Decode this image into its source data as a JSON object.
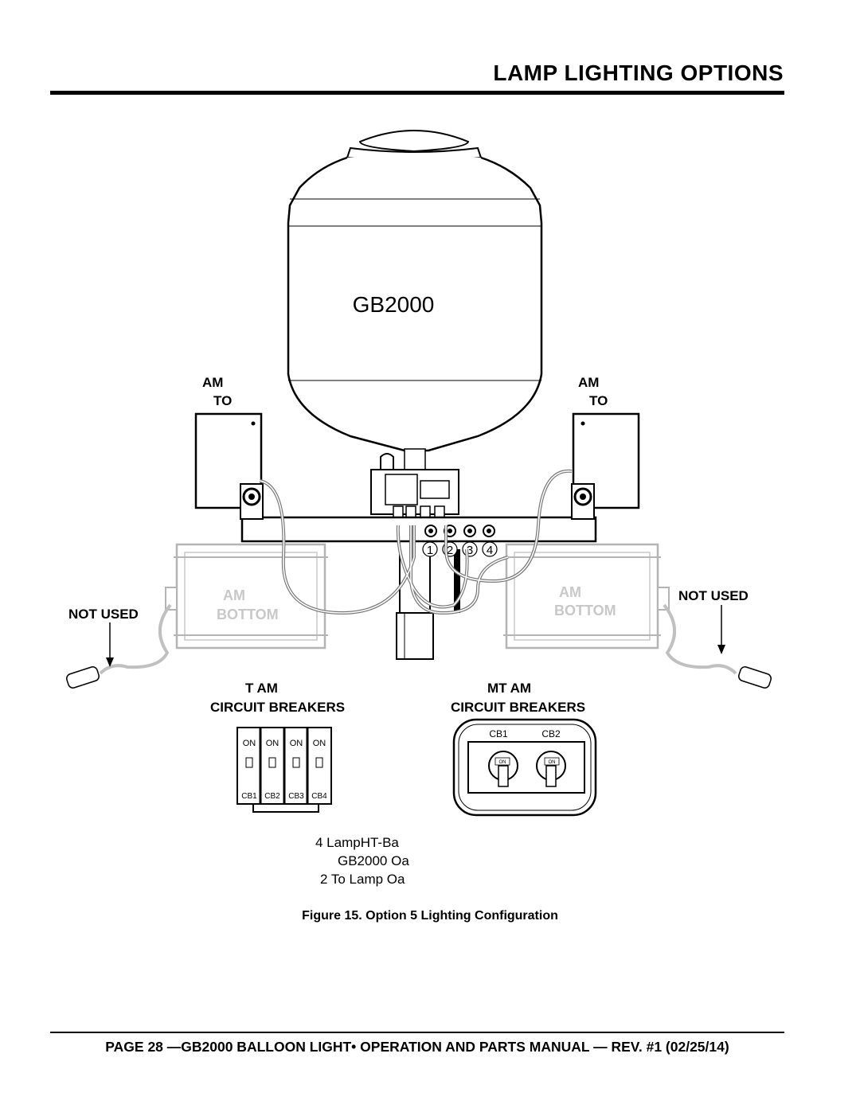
{
  "header": {
    "title": "LAMP LIGHTING OPTIONS"
  },
  "diagram": {
    "balloon_label": "GB2000",
    "left_upper": {
      "line1": "AM",
      "line2": "TO"
    },
    "right_upper": {
      "line1": "AM",
      "line2": "TO"
    },
    "left_lower": {
      "line1": "AM",
      "line2": "BOTTOM"
    },
    "right_lower": {
      "line1": "AM",
      "line2": "BOTTOM"
    },
    "not_used_left": "NOT USED",
    "not_used_right": "NOT USED",
    "receptacle_numbers": [
      "1",
      "2",
      "3",
      "4"
    ],
    "left_breakers": {
      "title1": "T AM",
      "title2": "CIRCUIT BREAKERS",
      "switch_states": [
        "ON",
        "ON",
        "ON",
        "ON"
      ],
      "switch_labels": [
        "CB1",
        "CB2",
        "CB3",
        "CB4"
      ]
    },
    "right_breakers": {
      "title1": "MT AM",
      "title2": "CIRCUIT BREAKERS",
      "switch_labels": [
        "CB1",
        "CB2"
      ],
      "switch_states": [
        "ON",
        "ON"
      ]
    },
    "notes": [
      "4 LampHT-Ba",
      "GB2000 Oa",
      "2 To Lamp Oa"
    ]
  },
  "caption": "Figure 15. Option 5 Lighting Configuration",
  "footer": "PAGE 28 —GB2000 BALLOON LIGHT• OPERATION AND PARTS MANUAL — REV. #1 (02/25/14)"
}
